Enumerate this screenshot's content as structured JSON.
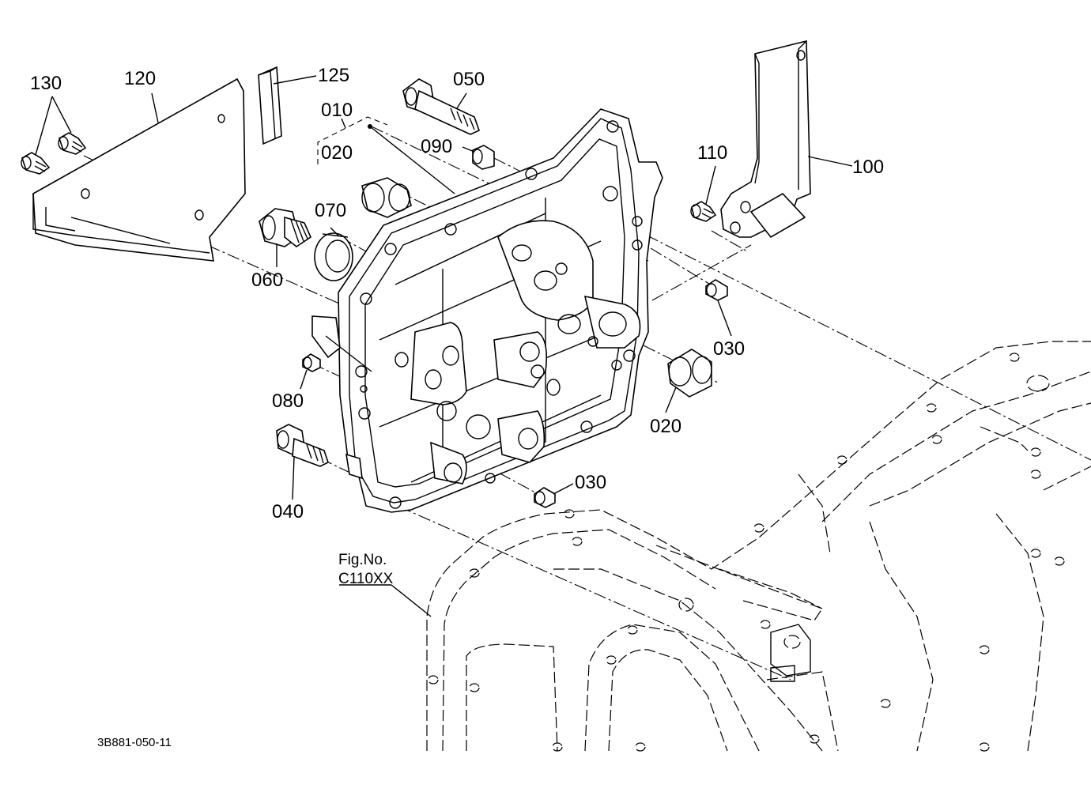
{
  "parts": {
    "p010": "010",
    "p020a": "020",
    "p020b": "020",
    "p030a": "030",
    "p030b": "030",
    "p040": "040",
    "p050": "050",
    "p060": "060",
    "p070": "070",
    "p080": "080",
    "p090": "090",
    "p100": "100",
    "p110": "110",
    "p120": "120",
    "p125": "125",
    "p130": "130"
  },
  "figure": {
    "fig_label": "Fig.No.",
    "fig_number": "C110XX"
  },
  "drawing_code": "3B881-050-11"
}
